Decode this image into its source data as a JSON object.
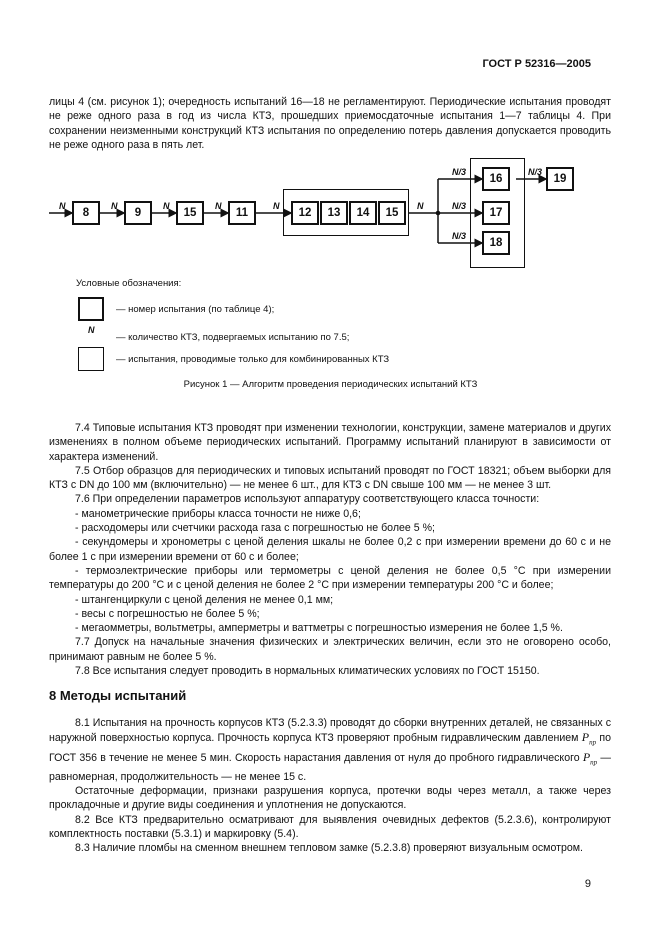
{
  "header": "ГОСТ Р 52316—2005",
  "intro": "лицы 4 (см. рисунок 1); очередность испытаний 16—18 не регламентируют. Периодические испытания проводят не реже одного раза в год из числа КТЗ, прошедших приемосдаточные испытания 1—7 таблицы 4. При сохранении неизменными конструкций КТЗ испытания по определению потерь давления допускается проводить не реже одного раза в пять лет.",
  "diagram": {
    "chain": [
      "8",
      "9",
      "15",
      "11"
    ],
    "combined": [
      "12",
      "13",
      "14",
      "15"
    ],
    "branch": [
      "16",
      "17",
      "18"
    ],
    "final": "19",
    "label_n": "N",
    "label_n3": "N/3"
  },
  "legend": {
    "title": "Условные обозначения:",
    "item1": "— номер испытания (по таблице 4);",
    "item2": "— количество КТЗ, подвергаемых испытанию по 7.5;",
    "item3": "— испытания, проводимые только для комбинированных КТЗ"
  },
  "caption": "Рисунок 1 — Алгоритм проведения периодических испытаний КТЗ",
  "p74": "7.4 Типовые испытания КТЗ проводят при изменении технологии, конструкции, замене материалов и других изменениях в полном объеме периодических испытаний. Программу испытаний планируют в зависимости от характера изменений.",
  "p75": "7.5 Отбор образцов для периодических и типовых испытаний проводят по ГОСТ 18321; объем выборки для КТЗ с DN до 100 мм (включительно) — не менее 6 шт., для КТЗ с DN свыше 100 мм — не менее 3 шт.",
  "p76": "7.6 При определении параметров используют аппаратуру соответствующего класса точности:",
  "list76": [
    "- манометрические приборы класса точности не ниже 0,6;",
    "- расходомеры или счетчики расхода газа с погрешностью не более 5 %;",
    "- секундомеры и хронометры с ценой деления шкалы не более 0,2 с при измерении времени до 60 с и не более 1 с при измерении времени от 60 с и более;",
    "- термоэлектрические приборы или термометры с ценой деления не более 0,5 °С при измерении температуры до 200 °С и с ценой деления не более 2 °С при измерении температуры 200 °С и более;",
    "- штангенциркули с ценой деления не менее 0,1 мм;",
    "- весы с погрешностью не более 5 %;",
    "- мегаомметры, вольтметры, амперметры и ваттметры с погрешностью измерения не более 1,5 %."
  ],
  "p77": "7.7 Допуск на начальные значения физических и электрических величин, если это не оговорено особо, принимают равным не более 5 %.",
  "p78": "7.8 Все испытания следует проводить в нормальных климатических условиях по ГОСТ 15150.",
  "section8": "8 Методы испытаний",
  "p81_a": "8.1 Испытания на прочность корпусов КТЗ (5.2.3.3) проводят до сборки внутренних деталей, не связанных с наружной поверхностью корпуса. Прочность корпуса КТЗ проверяют пробным гидравлическим давлением",
  "p81_sym": "P",
  "p81_sub": "пр",
  "p81_b": "по ГОСТ 356 в течение не менее 5 мин. Скорость нарастания давления от нуля до пробного гидравлического",
  "p81_c": "— равномерная, продолжительность — не менее 15 с.",
  "p81_2": "Остаточные деформации, признаки разрушения корпуса, протечки воды через металл, а также через прокладочные и другие виды соединения и уплотнения не допускаются.",
  "p82": "8.2 Все КТЗ предварительно осматривают для выявления очевидных дефектов (5.2.3.6), контролируют комплектность поставки (5.3.1) и маркировку (5.4).",
  "p83": "8.3 Наличие пломбы на сменном внешнем тепловом замке (5.2.3.8) проверяют визуальным осмотром.",
  "page_number": "9"
}
